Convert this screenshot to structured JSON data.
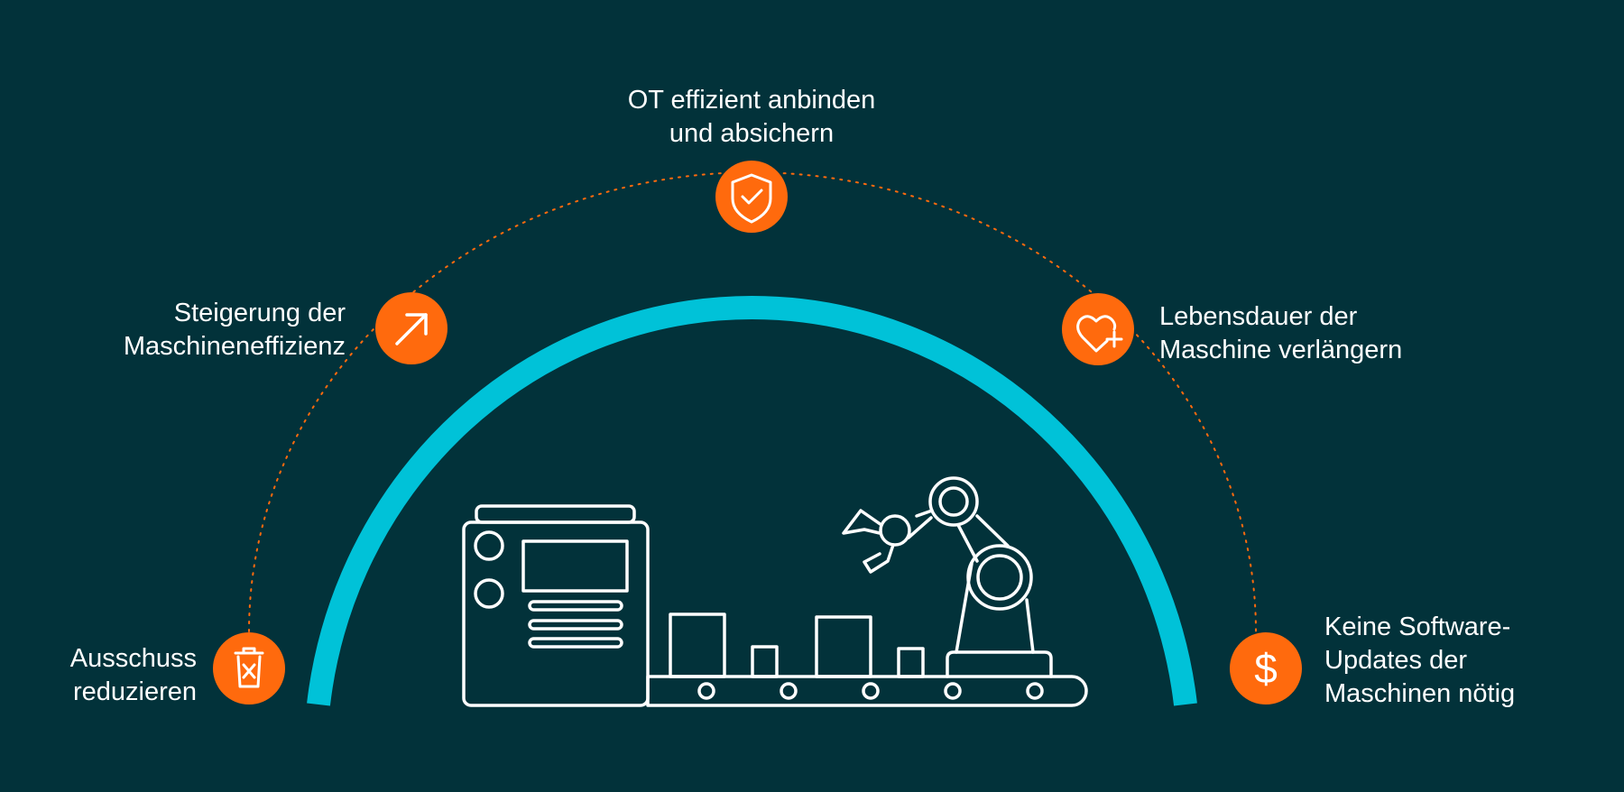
{
  "colors": {
    "background": "#02323a",
    "arc": "#00c2d8",
    "accent": "#ff6a0d",
    "line": "#ffffff"
  },
  "benefits": [
    {
      "id": "scrap",
      "icon": "trash-icon",
      "lines": [
        "Ausschuss",
        "reduzieren"
      ]
    },
    {
      "id": "efficiency",
      "icon": "arrow-up-right-icon",
      "lines": [
        "Steigerung der",
        "Maschineneffizienz"
      ]
    },
    {
      "id": "ot",
      "icon": "shield-check-icon",
      "lines": [
        "OT effizient anbinden",
        "und absichern"
      ]
    },
    {
      "id": "lifetime",
      "icon": "heart-plus-icon",
      "lines": [
        "Lebensdauer der",
        "Maschine verlängern"
      ]
    },
    {
      "id": "updates",
      "icon": "dollar-icon",
      "lines": [
        "Keine Software-",
        "Updates der",
        "Maschinen nötig"
      ]
    }
  ]
}
